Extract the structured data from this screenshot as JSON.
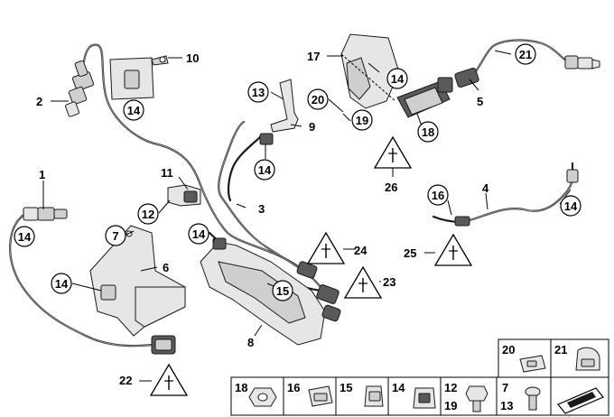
{
  "diagram": {
    "callouts": {
      "c1": "1",
      "c2": "2",
      "c3": "3",
      "c4": "4",
      "c5": "5",
      "c6": "6",
      "c7": "7",
      "c8": "8",
      "c9": "9",
      "c10": "10",
      "c11": "11",
      "c12": "12",
      "c13": "13",
      "c14": "14",
      "c15": "15",
      "c16": "16",
      "c17": "17",
      "c19": "19",
      "c20": "20",
      "c21": "21",
      "c22": "22",
      "c23": "23",
      "c24": "24",
      "c25": "25",
      "c26": "26"
    },
    "circled": {
      "a14_top": "14",
      "a14_right": "14",
      "a14_mid": "14",
      "a14_left": "14",
      "a14_bracket": "14",
      "a14_center": "14",
      "a15": "15",
      "a16": "16",
      "a18": "18",
      "a19": "19",
      "a20": "20",
      "a21": "21"
    },
    "legend": {
      "top_row": [
        "20",
        "21"
      ],
      "bottom_row": [
        "18",
        "16",
        "15",
        "14"
      ],
      "pair_a": [
        "12",
        "19"
      ],
      "pair_b": [
        "7",
        "13"
      ]
    }
  }
}
